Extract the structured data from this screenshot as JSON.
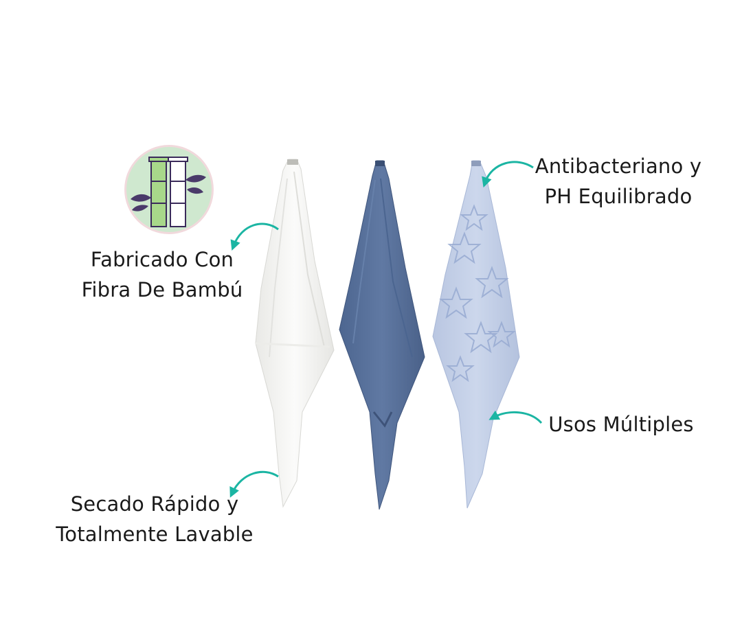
{
  "features": {
    "fabricado": {
      "line1": "Fabricado Con",
      "line2": "Fibra De Bambú"
    },
    "secado": {
      "line1": "Secado Rápido y",
      "line2": "Totalmente Lavable"
    },
    "antibacteriano": {
      "line1": "Antibacteriano y",
      "line2": "PH Equilibrado"
    },
    "usos": {
      "line1": "Usos Múltiples"
    }
  },
  "colors": {
    "arrow": "#1bb5a3",
    "badge_bg": "#cfe8cf",
    "badge_ring": "#f1d9dc",
    "bamboo_green": "#a8d88a",
    "bamboo_outline": "#3a2a5a",
    "leaf": "#4a3a6a",
    "towel_white": "#f5f5f3",
    "towel_navy": "#58719a",
    "towel_light_blue": "#c3cfe6",
    "star": "#9fb1d6"
  },
  "icons": {
    "badge": "bamboo-fiber-badge-icon",
    "arrow": "curved-arrow-icon"
  }
}
